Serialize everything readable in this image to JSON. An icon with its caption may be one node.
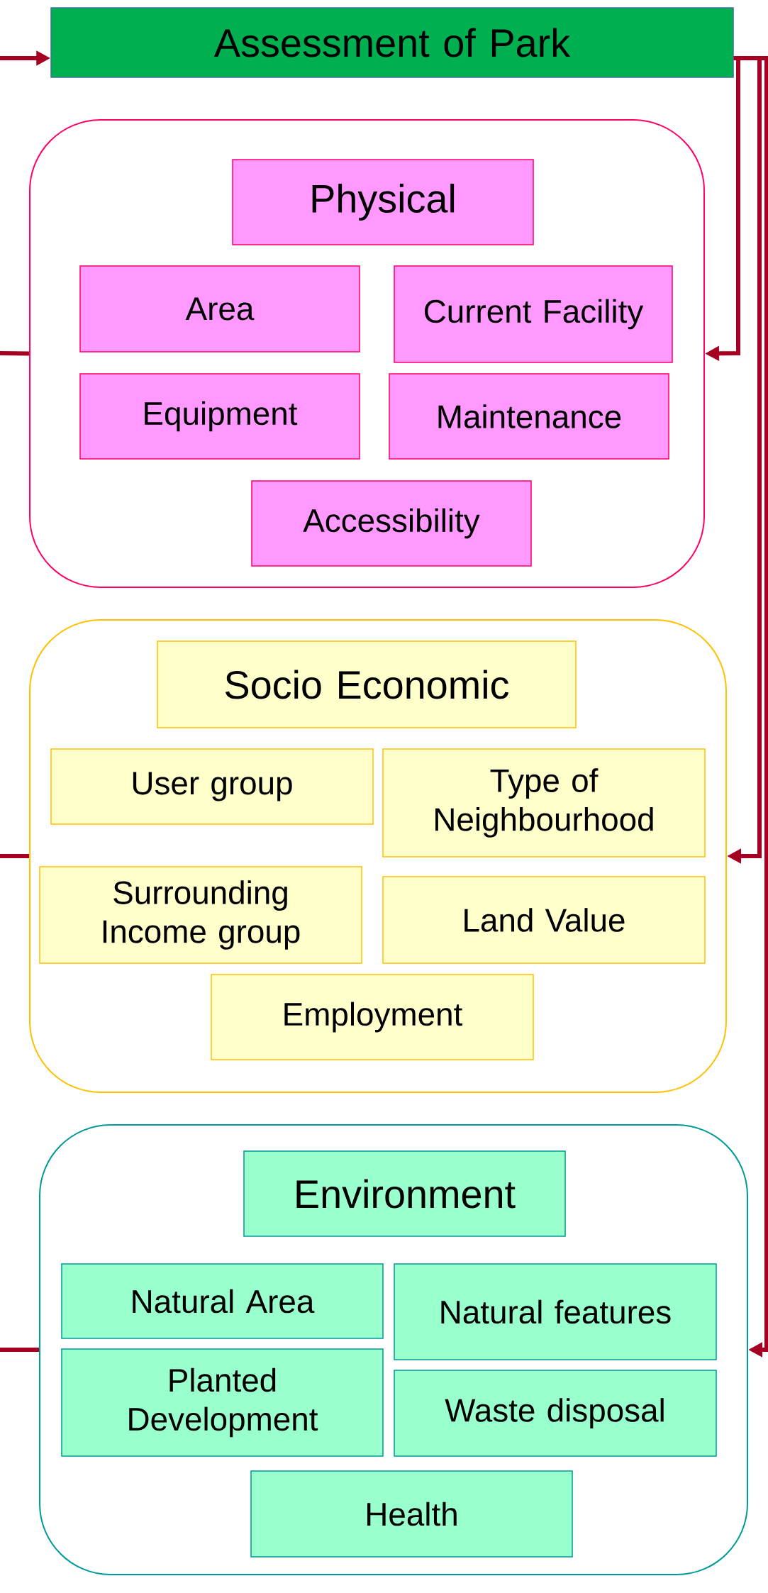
{
  "diagram": {
    "nodes": [
      {
        "text": [
          "Assessment of Park"
        ]
      },
      {
        "text": [],
        "shape": "box"
      },
      {
        "text": [
          "Physical"
        ],
        "in": 1
      },
      {
        "text": [
          "Area"
        ],
        "in": 1
      },
      {
        "text": [
          "Current Facility"
        ],
        "in": 1
      },
      {
        "text": [
          "Equipment"
        ],
        "in": 1
      },
      {
        "text": [
          "Maintenance"
        ],
        "in": 1
      },
      {
        "text": [
          "Accessibility"
        ],
        "in": 1
      },
      {
        "text": [],
        "shape": "box"
      },
      {
        "text": [
          "Socio Economic"
        ],
        "in": 8
      },
      {
        "text": [
          "User group"
        ],
        "in": 8
      },
      {
        "text": [
          "Type of Neighbourhood"
        ],
        "in": 8
      },
      {
        "text": [
          "Surrounding Income group"
        ],
        "in": 8
      },
      {
        "text": [
          "Land Value"
        ],
        "in": 8
      },
      {
        "text": [
          "Employment"
        ],
        "in": 8
      },
      {
        "text": [],
        "shape": "box"
      },
      {
        "text": [
          "Environment"
        ],
        "in": 15
      },
      {
        "text": [
          "Natural Area"
        ],
        "in": 15
      },
      {
        "text": [
          "Natural features"
        ],
        "in": 15
      },
      {
        "text": [
          "Planted Development"
        ],
        "in": 15
      },
      {
        "text": [
          "Waste disposal"
        ],
        "in": 15
      },
      {
        "text": [
          "Health"
        ],
        "in": 15
      }
    ],
    "edges": [
      {
        "from": null,
        "to": 0,
        "arrow": "to"
      },
      {
        "from": null,
        "to": 1,
        "arrow": "none"
      },
      {
        "from": null,
        "to": 8,
        "arrow": "none"
      },
      {
        "from": null,
        "to": 15,
        "arrow": "none"
      },
      {
        "from": 0,
        "to": 1,
        "arrow": "to"
      },
      {
        "from": 0,
        "to": 8,
        "arrow": "to"
      },
      {
        "from": 0,
        "to": 15,
        "arrow": "to"
      }
    ]
  }
}
